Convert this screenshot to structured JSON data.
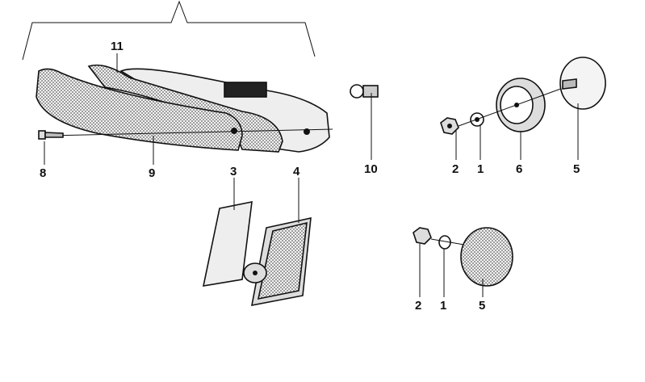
{
  "diagram": {
    "labels": {
      "l11": "11",
      "l8": "8",
      "l9": "9",
      "l3": "3",
      "l4": "4",
      "l10": "10",
      "l2a": "2",
      "l1a": "1",
      "l6": "6",
      "l5a": "5",
      "l2b": "2",
      "l1b": "1",
      "l5b": "5"
    }
  }
}
